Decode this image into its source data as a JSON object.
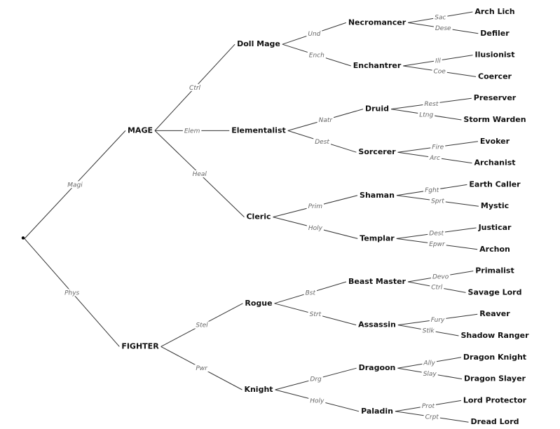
{
  "tree": {
    "label": "",
    "children": [
      {
        "edge": "Magi",
        "label": "MAGE",
        "children": [
          {
            "edge": "Ctrl",
            "label": "Doll Mage",
            "children": [
              {
                "edge": "Und",
                "label": "Necromancer",
                "children": [
                  {
                    "edge": "Sac",
                    "label": "Arch Lich"
                  },
                  {
                    "edge": "Dese",
                    "label": "Defiler"
                  }
                ]
              },
              {
                "edge": "Ench",
                "label": "Enchantrer",
                "children": [
                  {
                    "edge": "Ill",
                    "label": "Ilusionist"
                  },
                  {
                    "edge": "Coe",
                    "label": "Coercer"
                  }
                ]
              }
            ]
          },
          {
            "edge": "Elem",
            "label": "Elementalist",
            "children": [
              {
                "edge": "Natr",
                "label": "Druid",
                "children": [
                  {
                    "edge": "Rest",
                    "label": "Preserver"
                  },
                  {
                    "edge": "Ltng",
                    "label": "Storm Warden"
                  }
                ]
              },
              {
                "edge": "Dest",
                "label": "Sorcerer",
                "children": [
                  {
                    "edge": "Fire",
                    "label": "Evoker"
                  },
                  {
                    "edge": "Arc",
                    "label": "Archanist"
                  }
                ]
              }
            ]
          },
          {
            "edge": "Heal",
            "label": "Cleric",
            "children": [
              {
                "edge": "Prim",
                "label": "Shaman",
                "children": [
                  {
                    "edge": "Fght",
                    "label": "Earth Caller"
                  },
                  {
                    "edge": "Sprt",
                    "label": "Mystic"
                  }
                ]
              },
              {
                "edge": "Holy",
                "label": "Templar",
                "children": [
                  {
                    "edge": "Dest",
                    "label": "Justicar"
                  },
                  {
                    "edge": "Epwr",
                    "label": "Archon"
                  }
                ]
              }
            ]
          }
        ]
      },
      {
        "edge": "Phys",
        "label": "FIGHTER",
        "children": [
          {
            "edge": "Stel",
            "label": "Rogue",
            "children": [
              {
                "edge": "Bst",
                "label": "Beast Master",
                "children": [
                  {
                    "edge": "Devo",
                    "label": "Primalist"
                  },
                  {
                    "edge": "Ctrl",
                    "label": "Savage Lord"
                  }
                ]
              },
              {
                "edge": "Strt",
                "label": "Assassin",
                "children": [
                  {
                    "edge": "Fury",
                    "label": "Reaver"
                  },
                  {
                    "edge": "Stlk",
                    "label": "Shadow Ranger"
                  }
                ]
              }
            ]
          },
          {
            "edge": "Pwr",
            "label": "Knight",
            "children": [
              {
                "edge": "Drg",
                "label": "Dragoon",
                "children": [
                  {
                    "edge": "Ally",
                    "label": "Dragon Knight"
                  },
                  {
                    "edge": "Slay",
                    "label": "Dragon Slayer"
                  }
                ]
              },
              {
                "edge": "Holy",
                "label": "Paladin",
                "children": [
                  {
                    "edge": "Prot",
                    "label": "Lord Protector"
                  },
                  {
                    "edge": "Crpt",
                    "label": "Dread Lord"
                  }
                ]
              }
            ]
          }
        ]
      }
    ]
  }
}
